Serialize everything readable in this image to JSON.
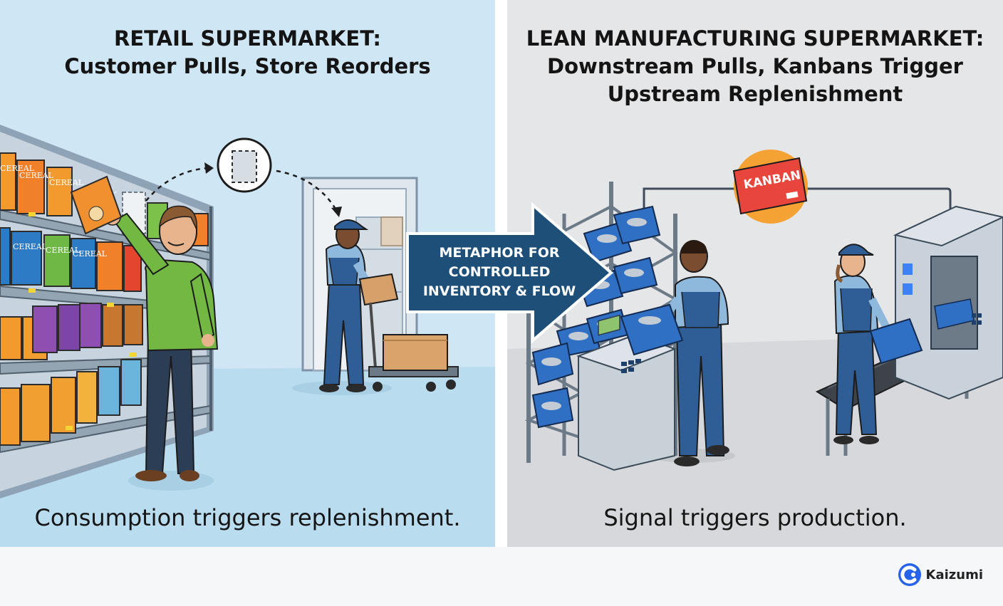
{
  "left": {
    "title_line1": "RETAIL SUPERMARKET:",
    "title_line2": "Customer Pulls, Store Reorders",
    "caption": "Consumption triggers replenishment.",
    "box_labels": [
      "CEREAL",
      "CEREAL",
      "CEREAL",
      "CEREAL",
      "CEREAL",
      "CEREAL",
      "CEREAL"
    ]
  },
  "right": {
    "title_line1": "LEAN MANUFACTURING SUPERMARKET:",
    "title_line2": "Downstream Pulls, Kanbans Trigger",
    "title_line3": "Upstream Replenishment",
    "caption": "Signal triggers production.",
    "kanban_label": "KANBAN"
  },
  "arrow": {
    "line1": "METAPHOR FOR",
    "line2": "CONTROLLED",
    "line3": "INVENTORY & FLOW",
    "color": "#1d4f78"
  },
  "brand": {
    "name": "Kaizumi",
    "color": "#2563eb"
  },
  "colors": {
    "left_bg": "#cfe6f4",
    "right_bg": "#e5e6e8",
    "worker_blue": "#2f5e96",
    "bin_blue": "#2f6fc4",
    "kanban_red": "#e8453c",
    "kanban_glow": "#f59e2a"
  }
}
